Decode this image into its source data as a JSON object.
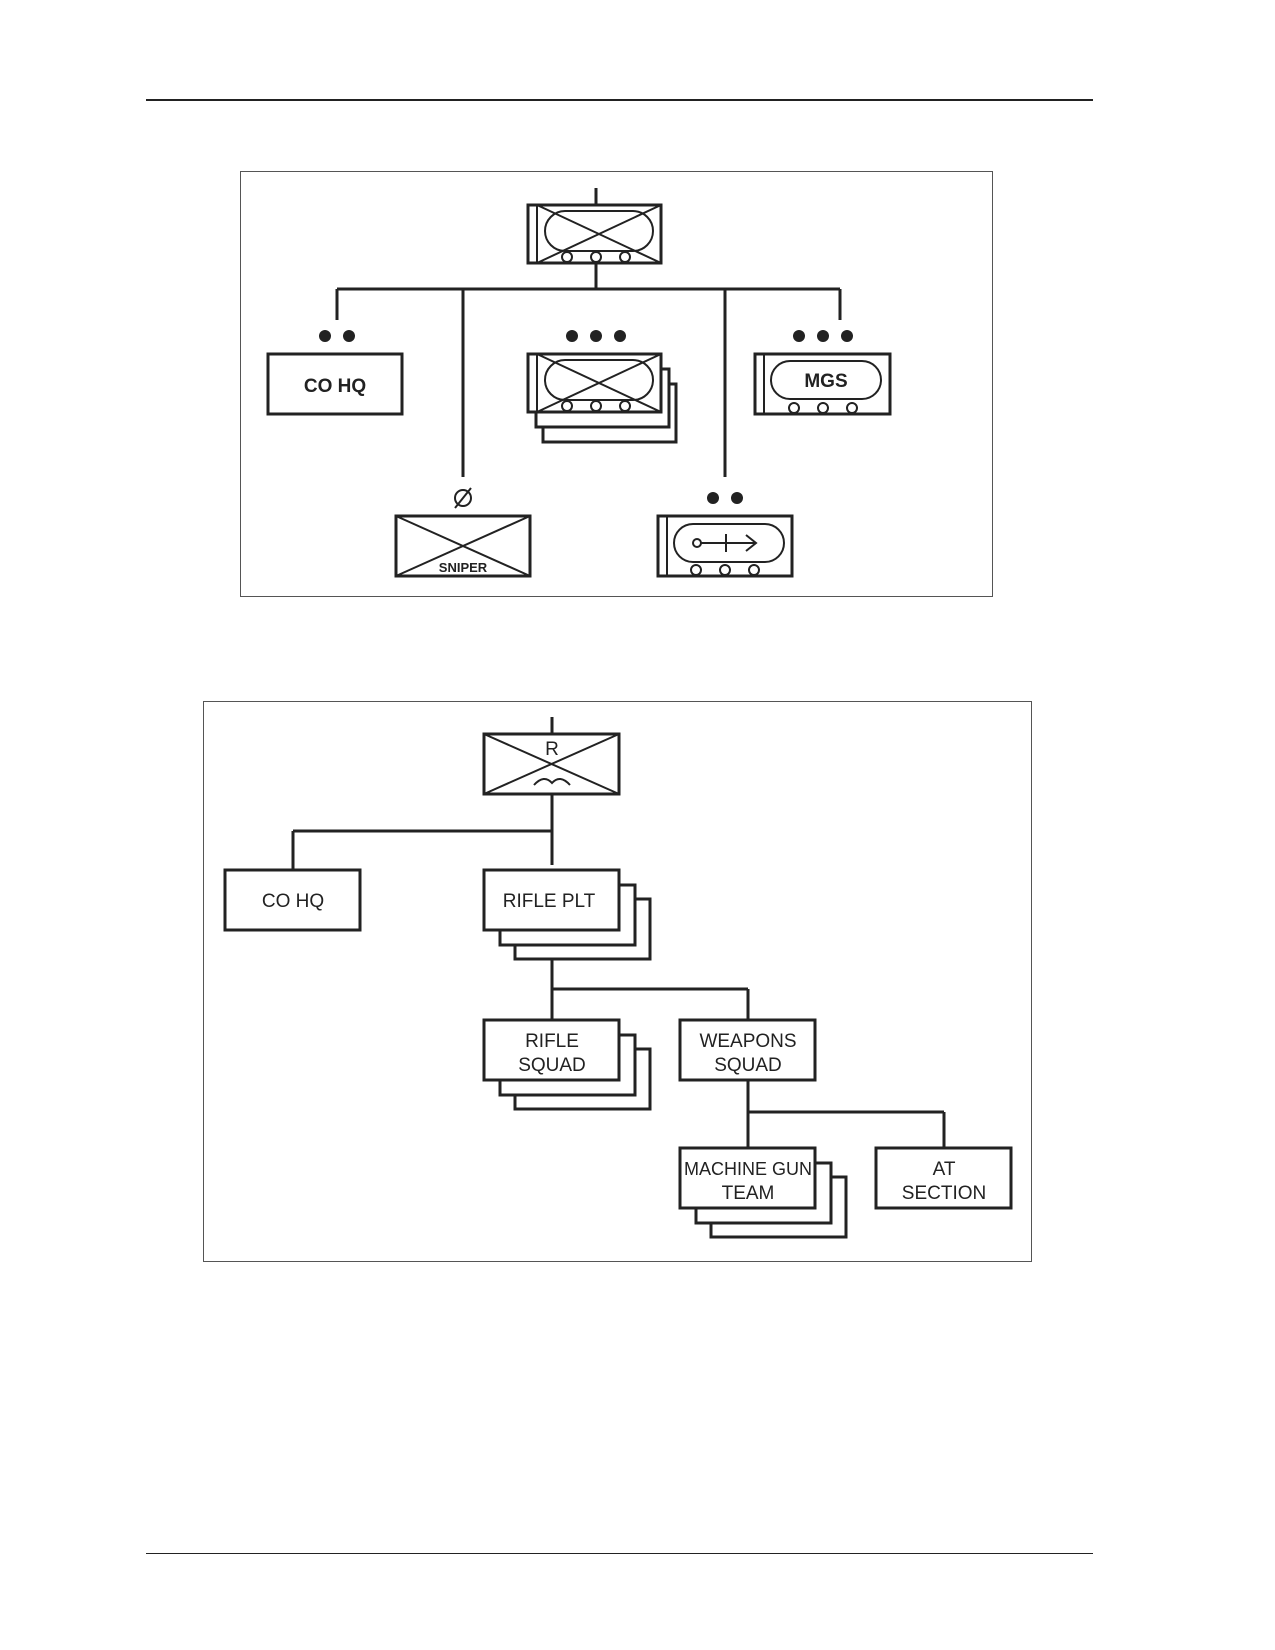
{
  "figure1": {
    "co_hq": "CO HQ",
    "mgs": "MGS",
    "sniper": "SNIPER"
  },
  "figure2": {
    "parent_mark": "R",
    "co_hq": "CO HQ",
    "rifle_plt": "RIFLE PLT",
    "rifle_squad": [
      "RIFLE",
      "SQUAD"
    ],
    "weapons_squad": [
      "WEAPONS",
      "SQUAD"
    ],
    "machine_gun_team": [
      "MACHINE GUN",
      "TEAM"
    ],
    "at_section": [
      "AT",
      "SECTION"
    ]
  }
}
